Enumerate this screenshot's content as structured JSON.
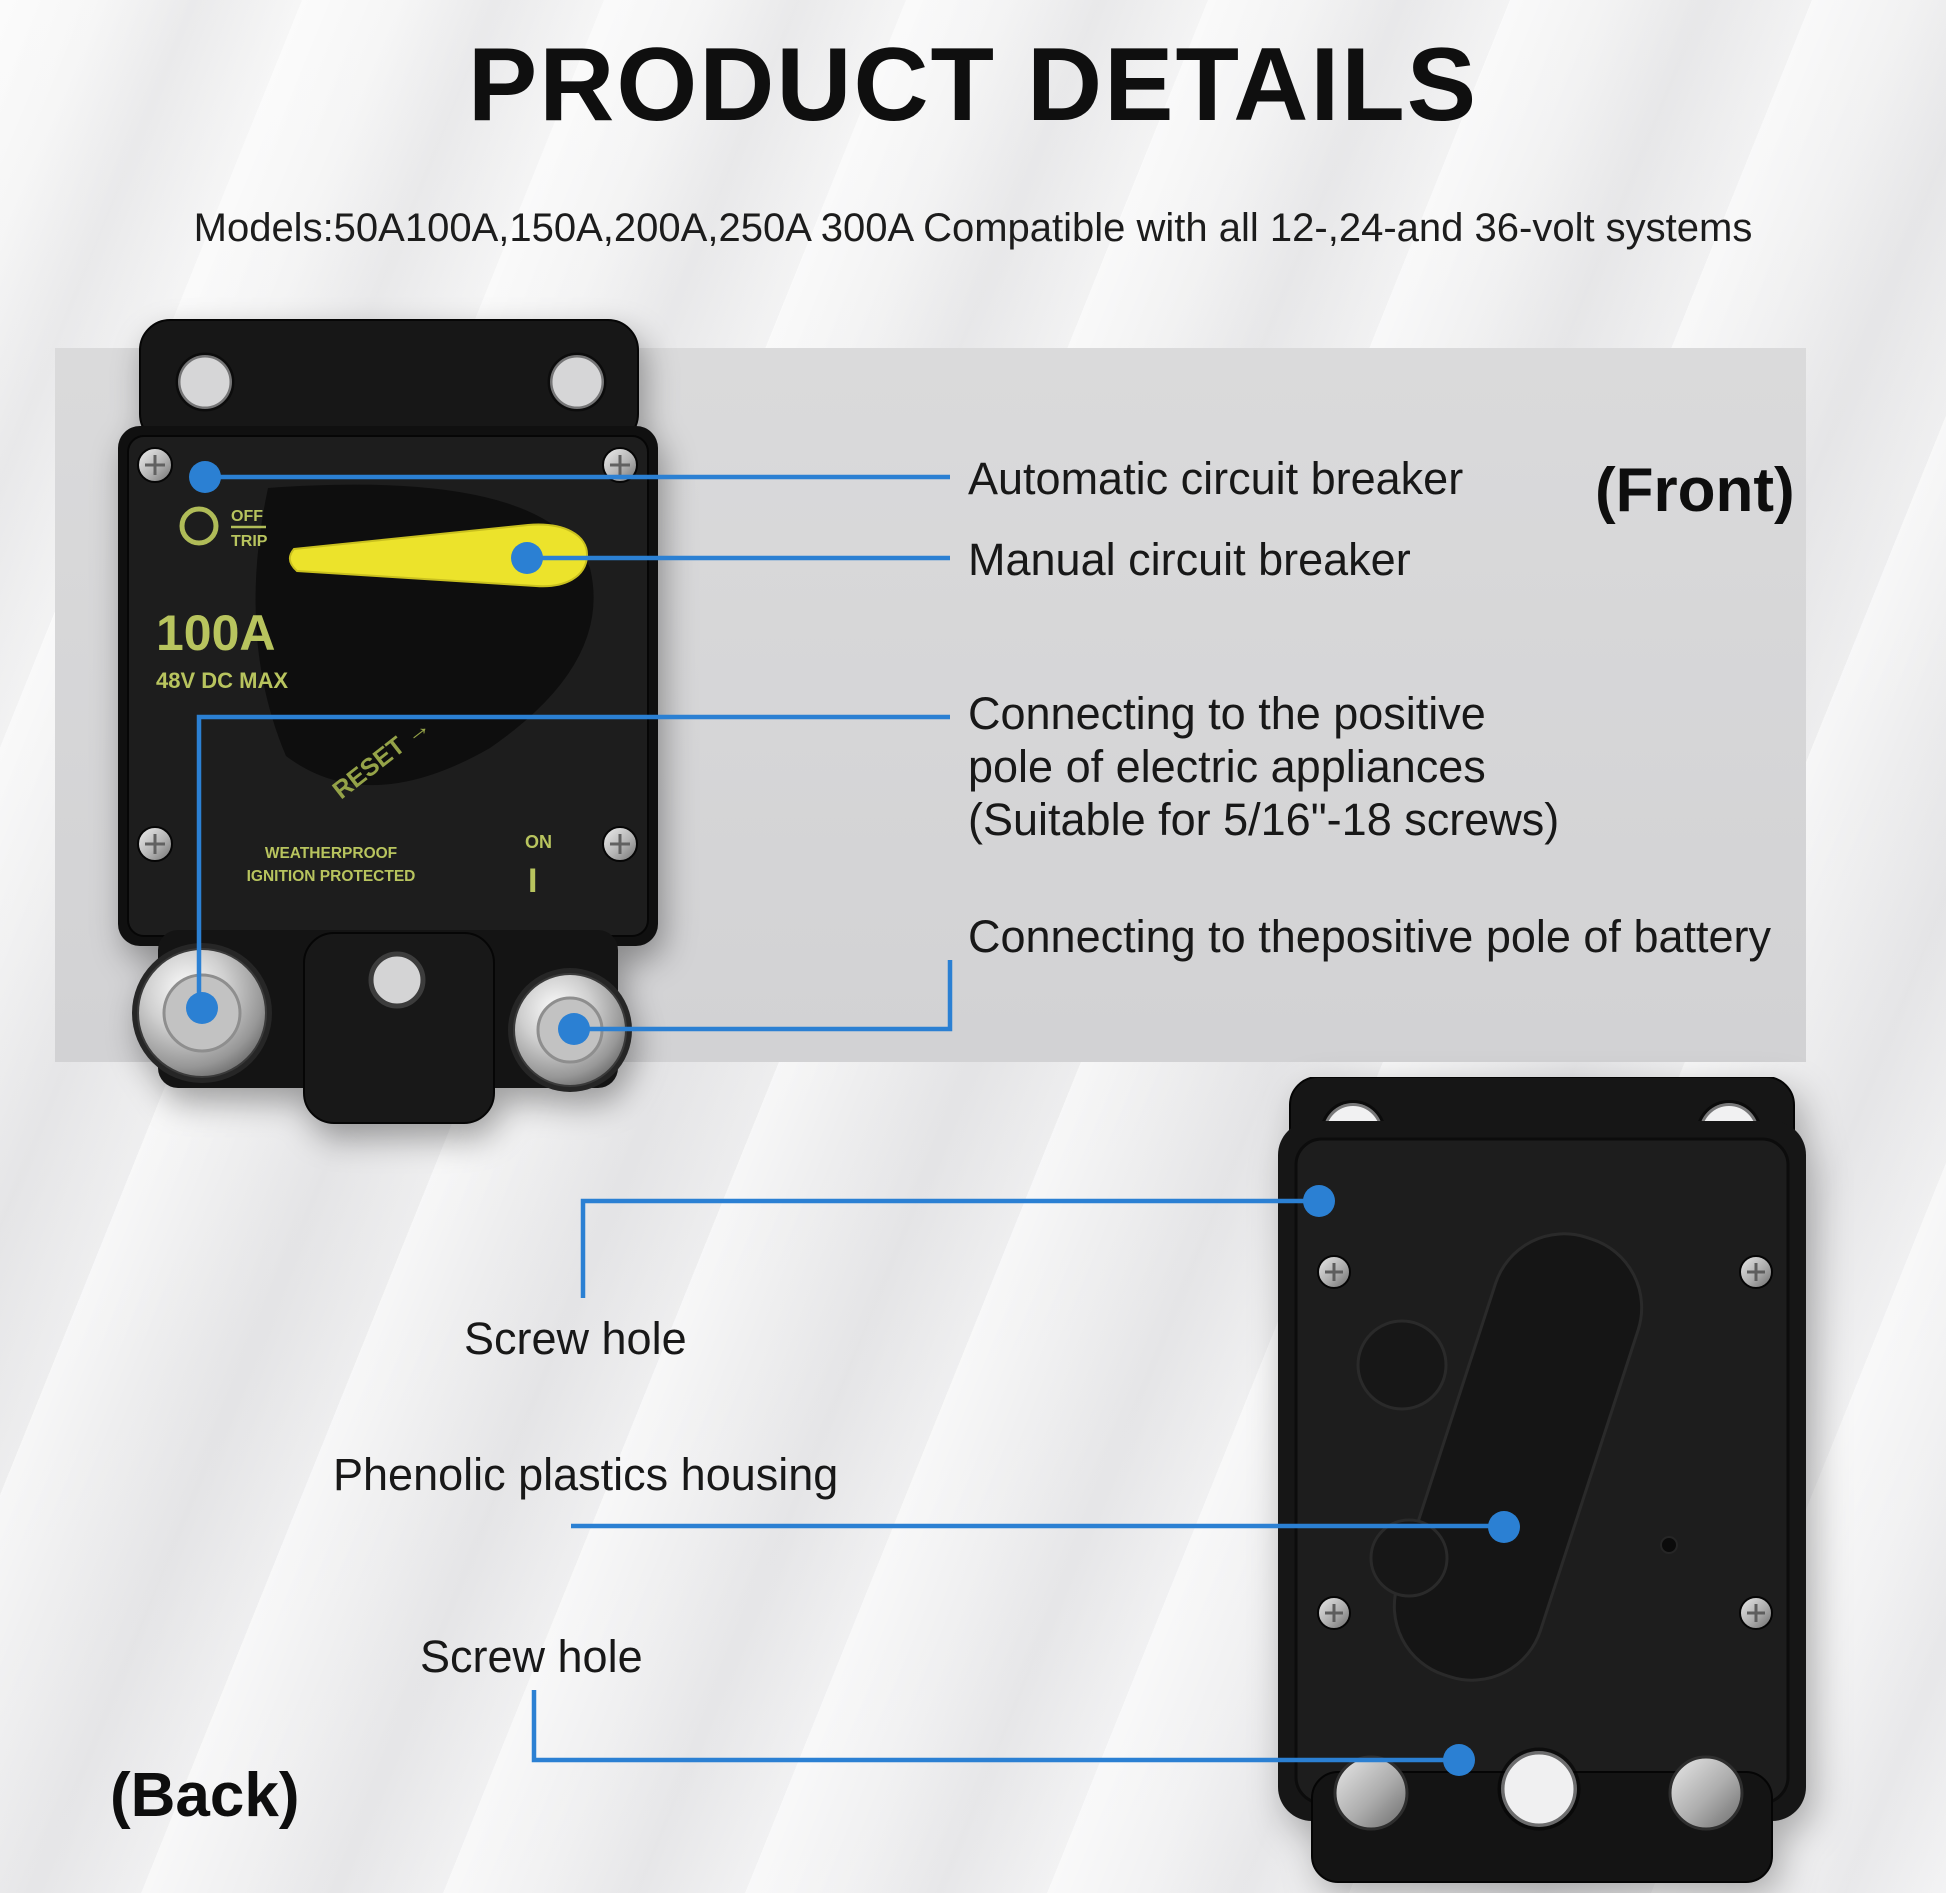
{
  "header": {
    "title": "PRODUCT DETAILS",
    "subtitle": "Models:50A100A,150A,200A,250A 300A Compatible with all 12-,24-and 36-volt systems"
  },
  "front_section": {
    "side_label": "(Front)",
    "callouts": {
      "automatic": "Automatic circuit breaker",
      "manual": "Manual circuit breaker",
      "appliances_line1": "Connecting to the positive",
      "appliances_line2": "pole of electric appliances",
      "appliances_line3": "(Suitable for 5/16\"-18 screws)",
      "battery": "Connecting to thepositive pole of battery"
    },
    "device": {
      "off": "OFF",
      "trip": "TRIP",
      "amp": "100A",
      "volts": "48V DC MAX",
      "reset": "RESET →",
      "weatherproof1": "WEATHERPROOF",
      "weatherproof2": "IGNITION PROTECTED",
      "on": "ON",
      "on_symbol": "I"
    }
  },
  "back_section": {
    "side_label": "(Back)",
    "callouts": {
      "screw_top": "Screw hole",
      "housing": "Phenolic plastics housing",
      "screw_bottom": "Screw hole"
    }
  },
  "colors": {
    "callout_blue": "#2b80d3",
    "lever_yellow": "#ece32b",
    "print_green": "#b8c45e"
  }
}
